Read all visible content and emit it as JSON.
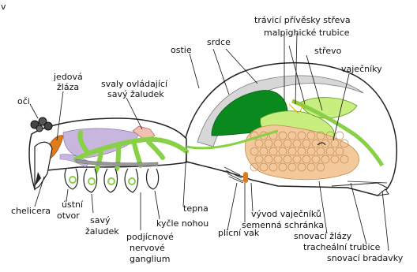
{
  "corner_mark": "v",
  "labels": {
    "oci": "oči",
    "jedova_zlaza_1": "jedová",
    "jedova_zlaza_2": "žláza",
    "svaly_1": "svaly ovládající",
    "svaly_2": "savý žaludek",
    "ostie": "ostie",
    "srdce": "srdce",
    "travici_1": "trávicí přívěsky střeva",
    "travici_2": "malpighické trubice",
    "strevo": "střevo",
    "vajecniky": "vaječníky",
    "chelicera": "chelicera",
    "ustni_1": "ústní",
    "ustni_2": "otvor",
    "savy_1": "savý",
    "savy_2": "žaludek",
    "podjicnove_1": "podjícnové",
    "podjicnove_2": "nervové",
    "podjicnove_3": "ganglium",
    "kycle": "kyčle nohou",
    "tepna": "tepna",
    "plicni_vak": "plicní vak",
    "semenna": "semenná schránka",
    "vyvod": "vývod vaječníků",
    "snovaci_zlazy": "snovací žlázy",
    "tracheal": "tracheální trubice",
    "bradavky": "snovací bradavky"
  },
  "colors": {
    "outline": "#222222",
    "cephalothorax_fill": "#ffffff",
    "gut_green": "#88d046",
    "gut_dark": "#0a8a1e",
    "digestive_light": "#c7ee7e",
    "venom_orange": "#e07b1c",
    "purple": "#c7b6de",
    "heart_grey": "#d7d7d7",
    "ovary_tan": "#f3c99c",
    "muscle_pink": "#f2c0b2"
  }
}
